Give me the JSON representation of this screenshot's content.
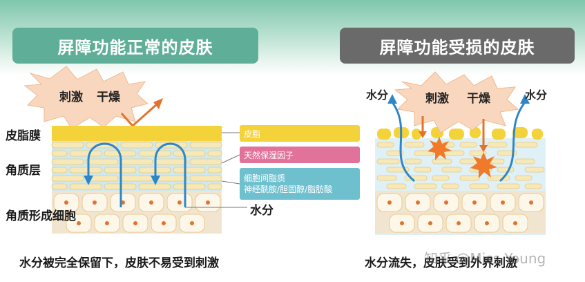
{
  "title_left": "屏障功能正常的皮肤",
  "title_right": "屏障功能受损的皮肤",
  "left_burst": {
    "irritation": "刺激",
    "dryness": "干燥"
  },
  "right_burst": {
    "irritation": "刺激",
    "dryness": "干燥"
  },
  "labels": {
    "sebum_membrane": "皮脂膜",
    "stratum_corneum": "角质层",
    "keratinocytes": "角质形成细胞",
    "water": "水分"
  },
  "legend": {
    "sebum": "皮脂",
    "nmf": "天然保湿因子",
    "lipid_title": "细胞间脂质",
    "lipid_detail": "神经酰胺/胆固醇/脂肪酸"
  },
  "right_water_labels": [
    "水分",
    "水分"
  ],
  "caption_left": "水分被完全保留下，皮肤不易受到刺激",
  "caption_right": "水分流失，皮肤受到外界刺激",
  "watermark": "知乎 @Miss Young",
  "colors": {
    "title_left_bg": "#5fae97",
    "title_right_bg": "#6a6a6a",
    "sebum": "#f4d23a",
    "nmf": "#e1739a",
    "lipid": "#6fc0cf",
    "arrow_water": "#2f86c6",
    "arrow_irritant": "#e2732d"
  }
}
